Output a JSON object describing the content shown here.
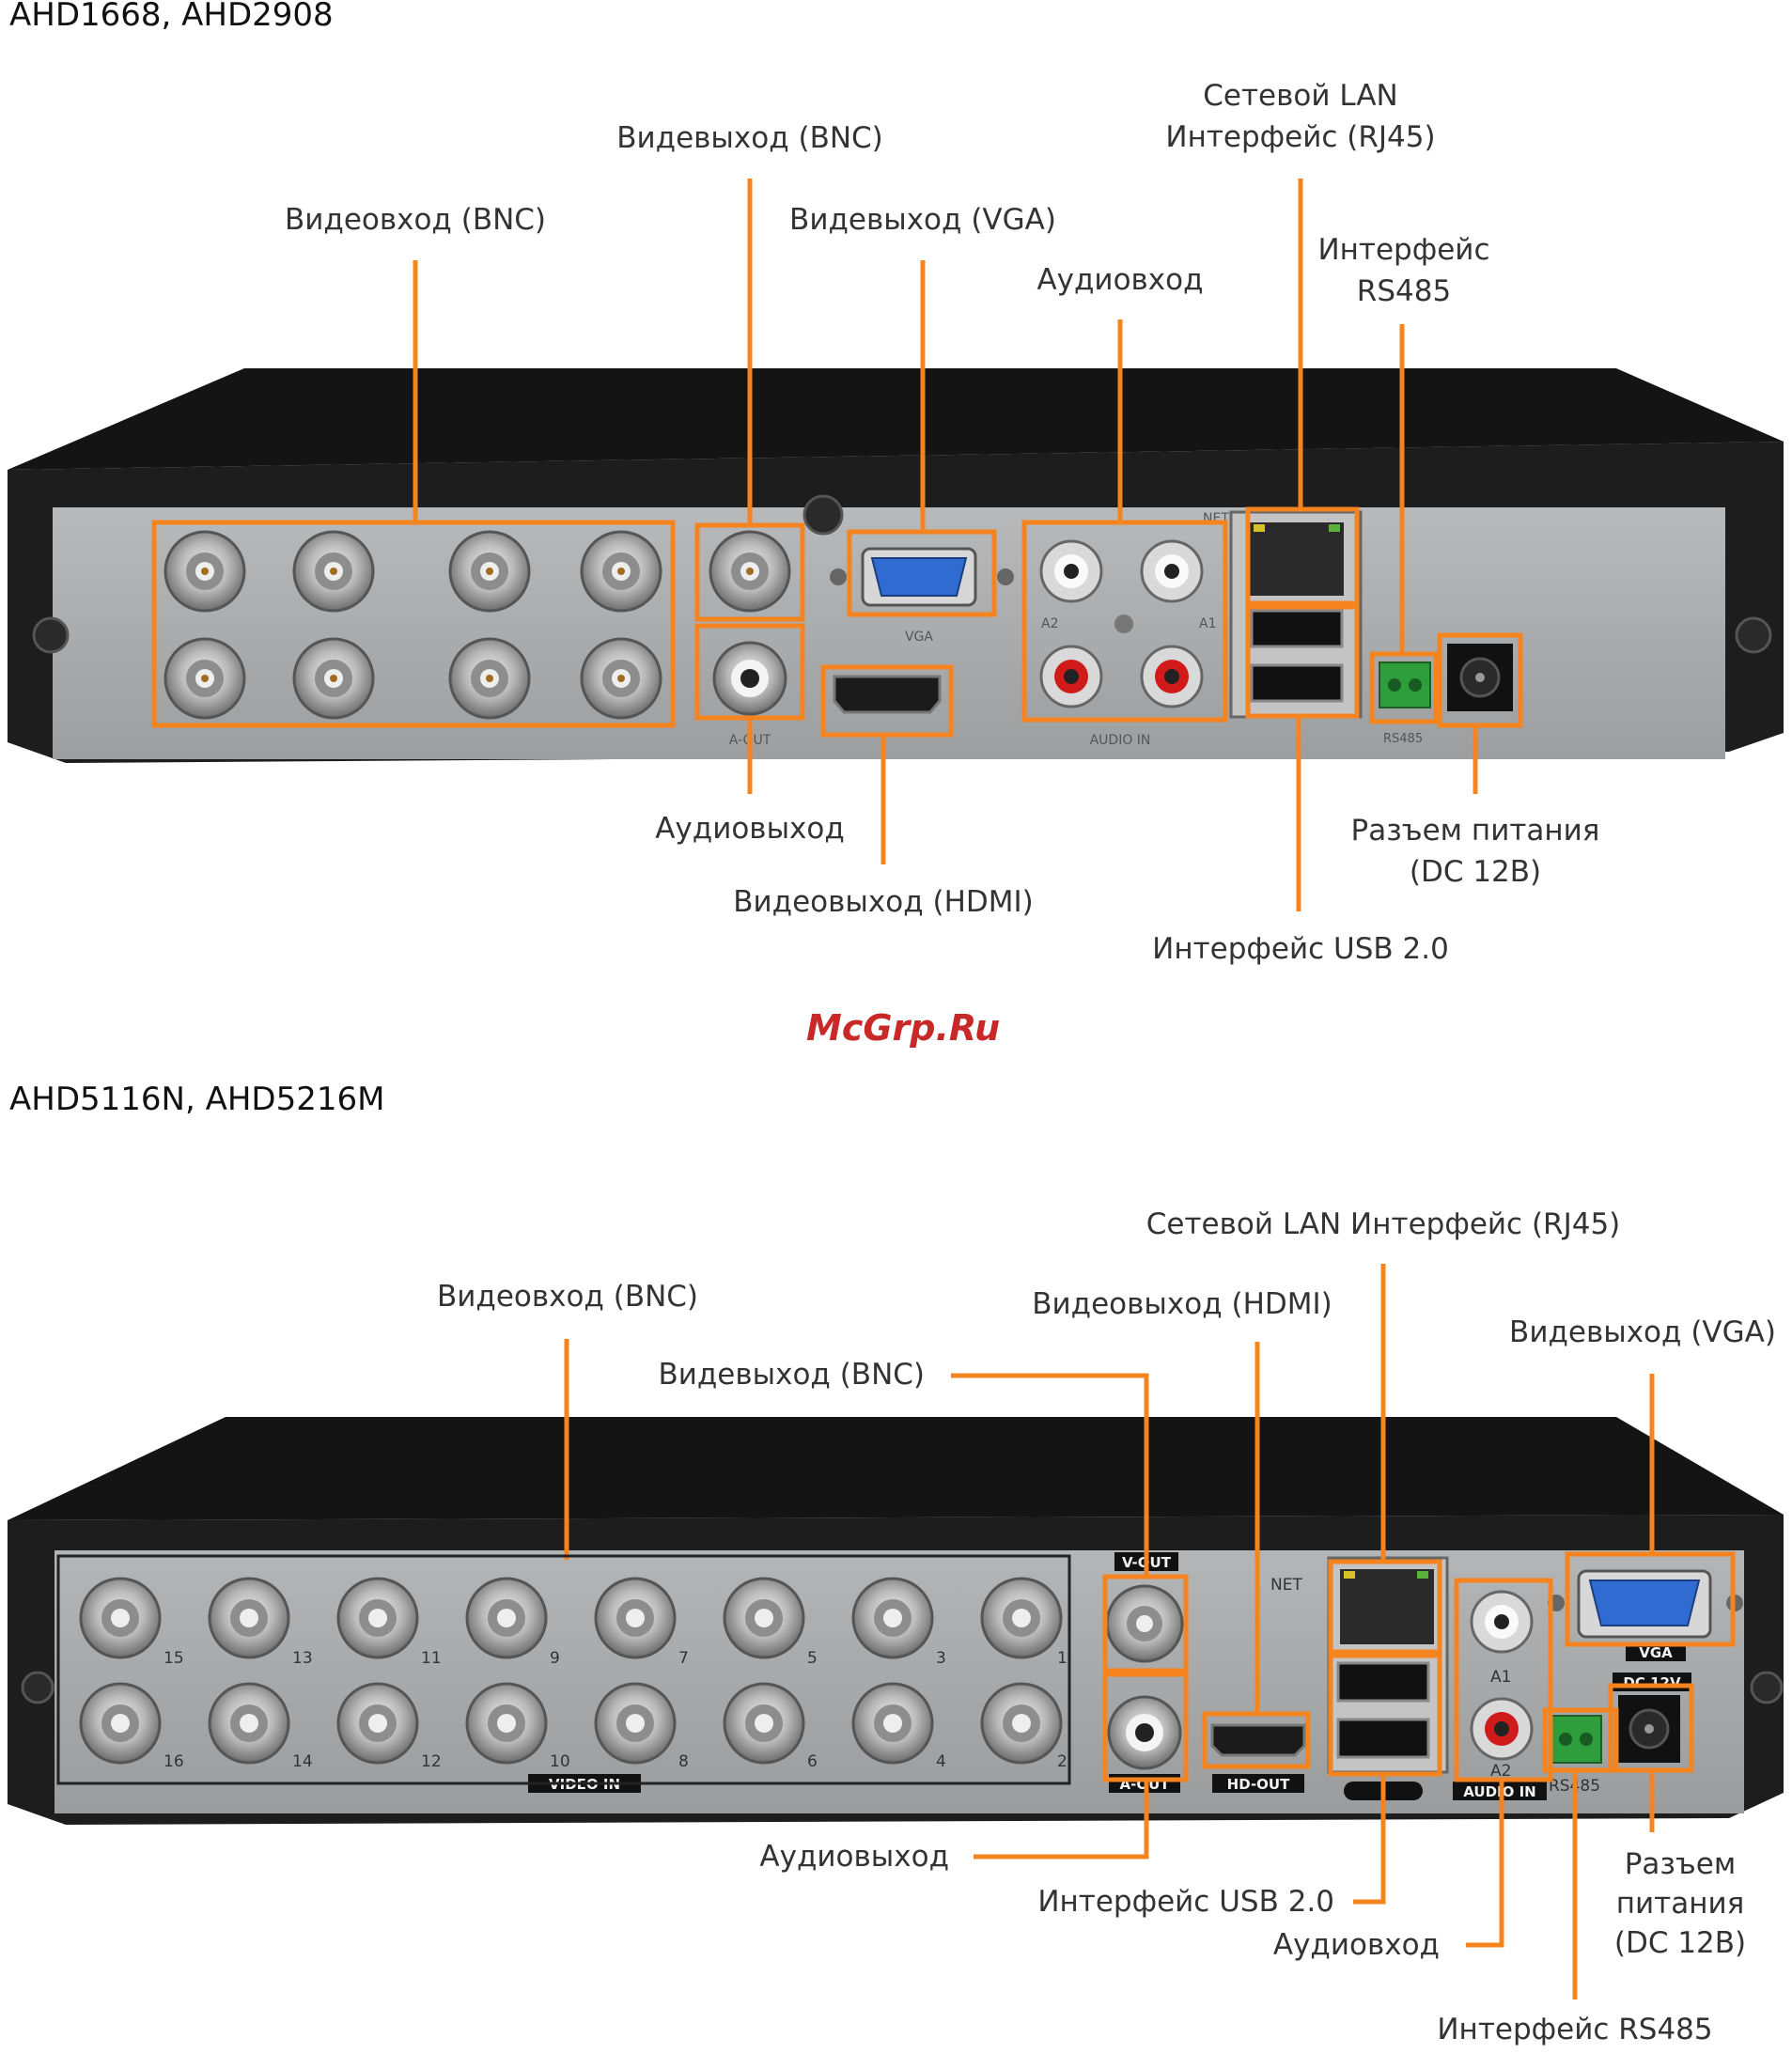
{
  "colors": {
    "accent": "#f5841f",
    "panel": "#a9abad",
    "chassis": "#1b1b1b",
    "watermark": "#c82828"
  },
  "top": {
    "title": "AHD1668, AHD2908",
    "labels": {
      "video_in": "Видеовход (BNC)",
      "video_out_bnc": "Видевыход (BNC)",
      "video_out_vga": "Видевыход (VGA)",
      "audio_in": "Аудиовход",
      "lan": [
        "Сетевой LAN",
        "Интерфейс (RJ45)"
      ],
      "rs485": [
        "Интерфейс",
        "RS485"
      ],
      "audio_out": "Аудиовыход",
      "video_out_hdmi": "Видеовыход (HDMI)",
      "power": [
        "Разъем питания",
        "(DC 12В)"
      ],
      "usb": "Интерфейс USB 2.0"
    },
    "panel_marks": {
      "vga": "VGA",
      "audio_in": "AUDIO IN",
      "net": "NET",
      "a_out": "A-OUT",
      "a1": "A1",
      "a2": "A2",
      "rs485": "RS485"
    }
  },
  "watermark": "McGrp.Ru",
  "bottom": {
    "title": "AHD5116N, AHD5216M",
    "labels": {
      "lan": "Сетевой LAN Интерфейс (RJ45)",
      "video_in": "Видеовход (BNC)",
      "video_out_hdmi": "Видеовыход (HDMI)",
      "video_out_bnc": "Видевыход (BNC)",
      "video_out_vga": "Видевыход (VGA)",
      "audio_out": "Аудиовыход",
      "usb": "Интерфейс USB 2.0",
      "audio_in": "Аудиовход",
      "power": [
        "Разъем",
        "питания",
        "(DC 12В)"
      ],
      "rs485": "Интерфейс RS485"
    },
    "panel_marks": {
      "v_out": "V-OUT",
      "a_out": "A-OUT",
      "hd_out": "HD-OUT",
      "video_in": "VIDEO IN",
      "net": "NET",
      "vga": "VGA",
      "dc": "DC 12V",
      "audio_in": "AUDIO IN",
      "a1": "A1",
      "a2": "A2",
      "rs485": "RS485",
      "channels_top": [
        "15",
        "13",
        "11",
        "9",
        "7",
        "5",
        "3",
        "1"
      ],
      "channels_bottom": [
        "16",
        "14",
        "12",
        "10",
        "8",
        "6",
        "4",
        "2"
      ]
    }
  }
}
